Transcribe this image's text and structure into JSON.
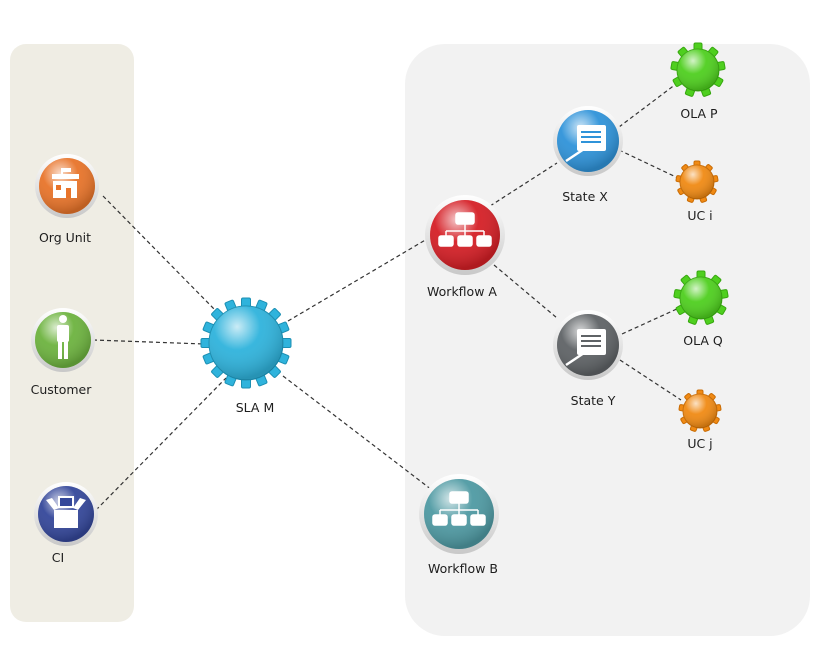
{
  "nodes": {
    "org_unit": {
      "label": "Org Unit",
      "color": "#e8742a"
    },
    "customer": {
      "label": "Customer",
      "color": "#6db33f"
    },
    "ci": {
      "label": "CI",
      "color": "#34479a"
    },
    "sla_m": {
      "label": "SLA  M",
      "color": "#2fb3dc"
    },
    "workflow_a": {
      "label": "Workflow A",
      "color": "#d51f26"
    },
    "workflow_b": {
      "label": "Workflow B",
      "color": "#4f9aa3"
    },
    "state_x": {
      "label": "State X",
      "color": "#2f93d9"
    },
    "state_y": {
      "label": "State Y",
      "color": "#5f6366"
    },
    "ola_p": {
      "label": "OLA P",
      "color": "#4fcf1f"
    },
    "uc_i": {
      "label": "UC i",
      "color": "#f08a14"
    },
    "ola_q": {
      "label": "OLA Q",
      "color": "#4fcf1f"
    },
    "uc_j": {
      "label": "UC j",
      "color": "#f08a14"
    }
  },
  "colors": {
    "left_panel": "#efede4",
    "right_panel": "#f2f2f2",
    "connector": "#333333"
  }
}
